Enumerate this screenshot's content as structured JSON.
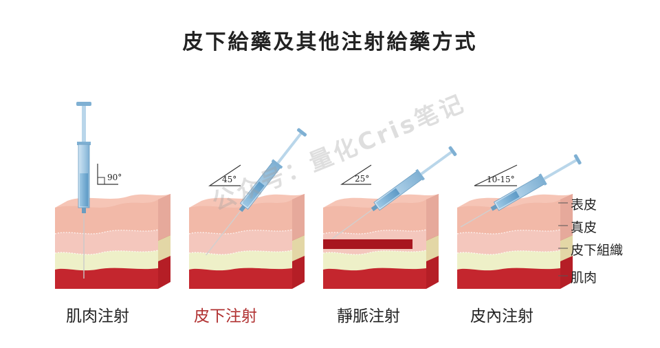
{
  "title": "皮下給藥及其他注射給藥方式",
  "panels": [
    {
      "caption": "肌肉注射",
      "angle": "90°"
    },
    {
      "caption": "皮下注射",
      "angle": "45°"
    },
    {
      "caption": "靜脈注射",
      "angle": "25°"
    },
    {
      "caption": "皮內注射",
      "angle": "10-15°"
    }
  ],
  "layers": [
    "表皮",
    "真皮",
    "皮下組織",
    "肌肉"
  ],
  "watermark": "公众号：量化Cris笔记",
  "colors": {
    "epidermis": "#f2b9a8",
    "dermis": "#f4c7bd",
    "subcutaneous": "#eef0c8",
    "muscle": "#c4262e",
    "syringe": "#8fb8d8",
    "highlight_caption": "#b03030"
  }
}
